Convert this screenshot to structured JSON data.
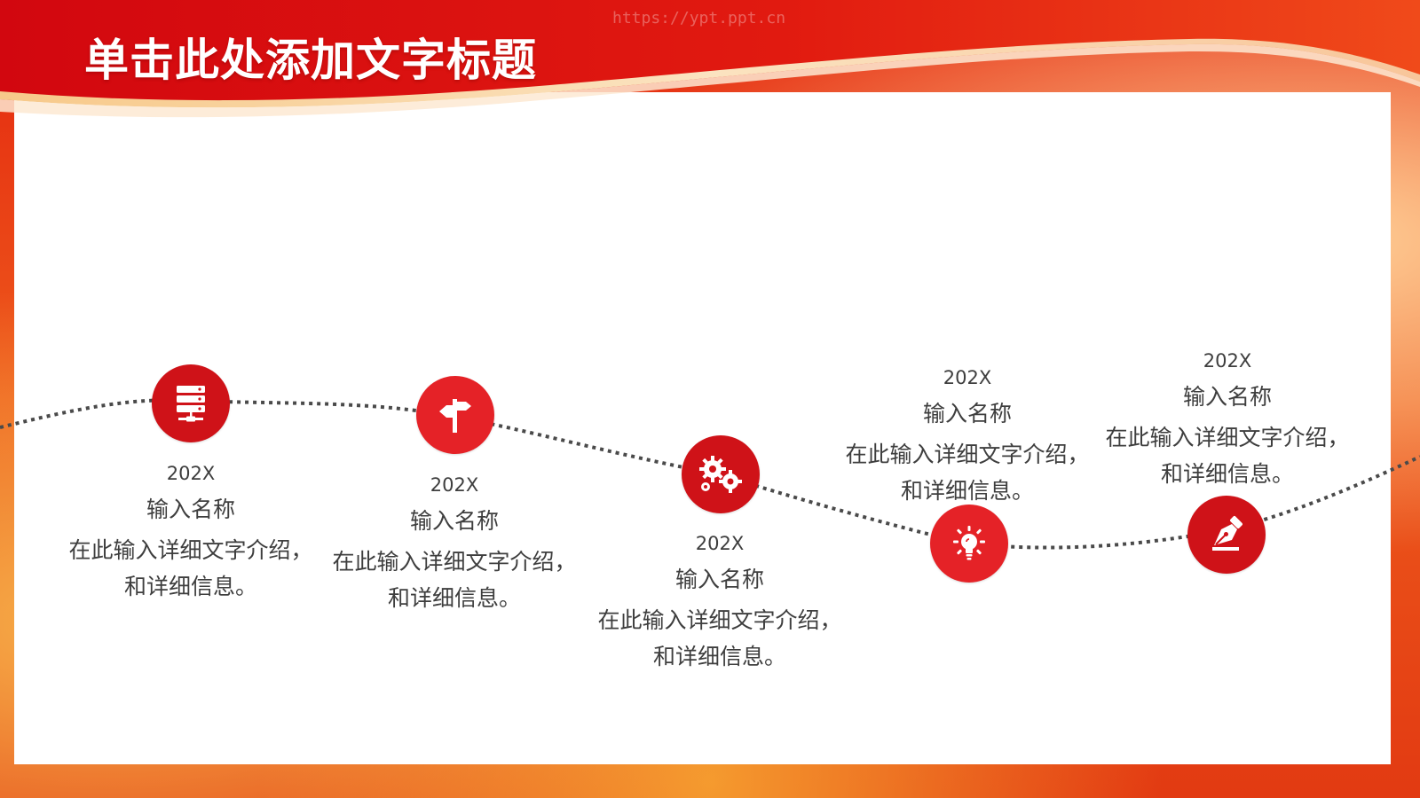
{
  "header": {
    "title": "单击此处添加文字标题",
    "watermark": "https://ypt.ppt.cn"
  },
  "timeline": {
    "items": [
      {
        "year": "202X",
        "name": "输入名称",
        "desc_line1": "在此输入详细文字介绍，",
        "desc_line2": "和详细信息。",
        "icon": "server-icon"
      },
      {
        "year": "202X",
        "name": "输入名称",
        "desc_line1": "在此输入详细文字介绍，",
        "desc_line2": "和详细信息。",
        "icon": "signpost-icon"
      },
      {
        "year": "202X",
        "name": "输入名称",
        "desc_line1": "在此输入详细文字介绍，",
        "desc_line2": "和详细信息。",
        "icon": "gears-icon"
      },
      {
        "year": "202X",
        "name": "输入名称",
        "desc_line1": "在此输入详细文字介绍，",
        "desc_line2": "和详细信息。",
        "icon": "lightbulb-icon"
      },
      {
        "year": "202X",
        "name": "输入名称",
        "desc_line1": "在此输入详细文字介绍，",
        "desc_line2": "和详细信息。",
        "icon": "pen-nib-icon"
      }
    ]
  },
  "colors": {
    "accent": "#e52227",
    "accent_dark": "#cf1218",
    "text": "#3e3e3e",
    "dots": "#4a4a4a"
  }
}
